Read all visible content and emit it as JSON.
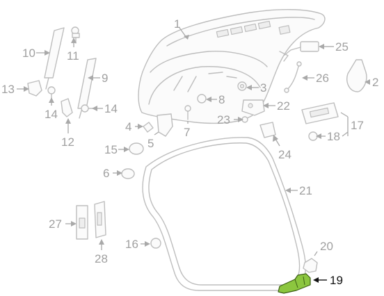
{
  "diagram": {
    "callouts": [
      {
        "id": "1",
        "label": "1"
      },
      {
        "id": "2",
        "label": "2"
      },
      {
        "id": "3",
        "label": "3"
      },
      {
        "id": "4",
        "label": "4"
      },
      {
        "id": "5",
        "label": "5"
      },
      {
        "id": "6",
        "label": "6"
      },
      {
        "id": "7",
        "label": "7"
      },
      {
        "id": "8",
        "label": "8"
      },
      {
        "id": "9",
        "label": "9"
      },
      {
        "id": "10",
        "label": "10"
      },
      {
        "id": "11",
        "label": "11"
      },
      {
        "id": "12",
        "label": "12"
      },
      {
        "id": "13",
        "label": "13"
      },
      {
        "id": "14a",
        "label": "14"
      },
      {
        "id": "14b",
        "label": "14"
      },
      {
        "id": "15",
        "label": "15"
      },
      {
        "id": "16",
        "label": "16"
      },
      {
        "id": "17",
        "label": "17"
      },
      {
        "id": "18",
        "label": "18"
      },
      {
        "id": "19",
        "label": "19",
        "highlighted": true
      },
      {
        "id": "20",
        "label": "20"
      },
      {
        "id": "21",
        "label": "21"
      },
      {
        "id": "22",
        "label": "22"
      },
      {
        "id": "23",
        "label": "23"
      },
      {
        "id": "24",
        "label": "24"
      },
      {
        "id": "25",
        "label": "25"
      },
      {
        "id": "26",
        "label": "26"
      },
      {
        "id": "27",
        "label": "27"
      },
      {
        "id": "28",
        "label": "28"
      }
    ],
    "colors": {
      "part_outline": "#bdbdbd",
      "label_text": "#a0a0a0",
      "highlight_fill": "#8cc63f",
      "highlight_label": "#111111"
    }
  }
}
